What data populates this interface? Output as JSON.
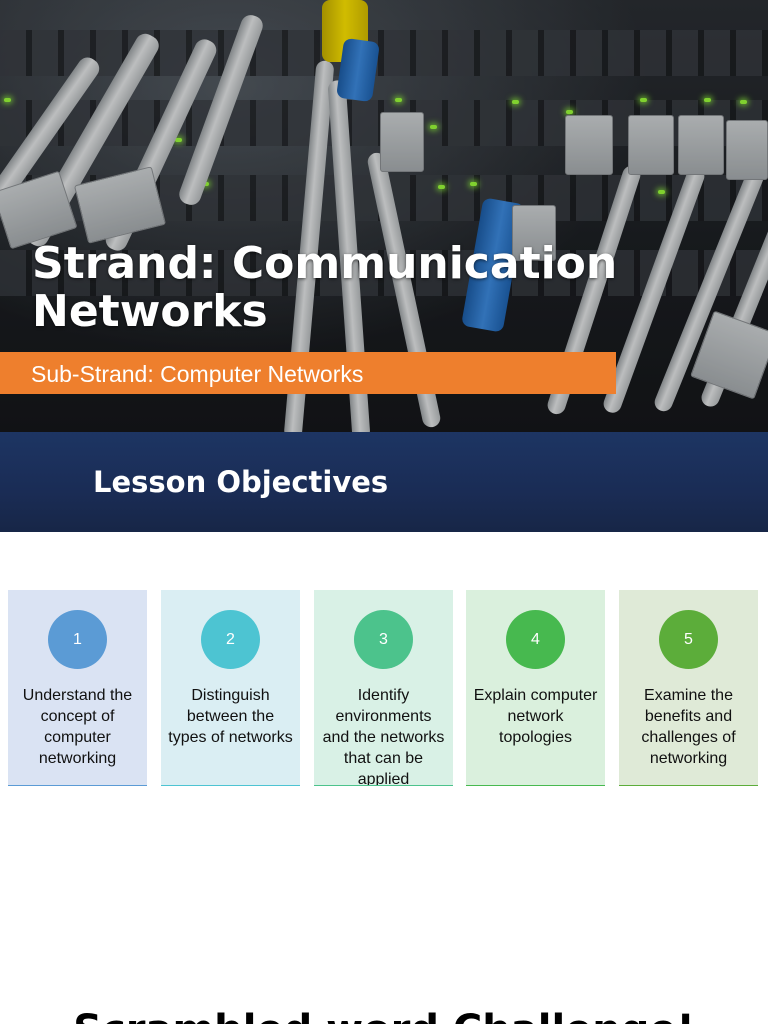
{
  "title_slide": {
    "title": "Strand: Communication Networks",
    "subtitle": "Sub-Strand: Computer Networks",
    "photo_icon": "network-cables-photo",
    "accent_color": "#ee7f2d"
  },
  "objectives_slide": {
    "heading": "Lesson Objectives",
    "header_color": "#1d3563",
    "cards": [
      {
        "number": "1",
        "text": "Understand the concept of computer networking",
        "circle_color": "#5b9bd5",
        "bg_color": "#dae3f3",
        "border_color": "#5b9bd5"
      },
      {
        "number": "2",
        "text": "Distinguish between the types of networks",
        "circle_color": "#4dc4d2",
        "bg_color": "#daeef3",
        "border_color": "#4dc4d2"
      },
      {
        "number": "3",
        "text": "Identify environments and the networks that can be applied",
        "circle_color": "#4cc38c",
        "bg_color": "#d9f1e6",
        "border_color": "#4cc38c"
      },
      {
        "number": "4",
        "text": "Explain computer network topologies",
        "circle_color": "#47b94f",
        "bg_color": "#daf0dd",
        "border_color": "#47b94f"
      },
      {
        "number": "5",
        "text": "Examine the benefits and challenges of networking",
        "circle_color": "#5cad3a",
        "bg_color": "#dfead7",
        "border_color": "#5cad3a"
      }
    ]
  },
  "next_slide": {
    "title": "Scrambled word Challenge!"
  }
}
